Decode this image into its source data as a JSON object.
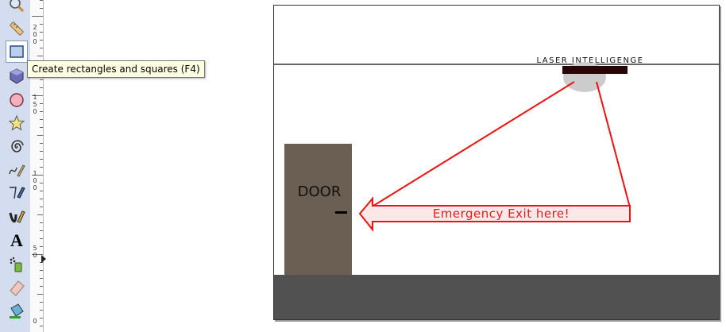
{
  "toolbar": {
    "tools": [
      {
        "name": "zoom-tool",
        "icon": "magnifier-icon"
      },
      {
        "name": "measure-tool",
        "icon": "ruler-icon"
      },
      {
        "name": "rectangle-tool",
        "icon": "rectangle-icon",
        "active": true
      },
      {
        "name": "3d-box-tool",
        "icon": "cube-icon"
      },
      {
        "name": "ellipse-tool",
        "icon": "circle-icon"
      },
      {
        "name": "star-tool",
        "icon": "star-icon"
      },
      {
        "name": "spiral-tool",
        "icon": "spiral-icon"
      },
      {
        "name": "pencil-tool",
        "icon": "pencil-icon"
      },
      {
        "name": "pen-tool",
        "icon": "pen-icon"
      },
      {
        "name": "calligraphy-tool",
        "icon": "calligraphy-icon"
      },
      {
        "name": "text-tool",
        "icon": "text-icon",
        "glyph": "A"
      },
      {
        "name": "spray-tool",
        "icon": "spray-icon"
      },
      {
        "name": "eraser-tool",
        "icon": "eraser-icon"
      },
      {
        "name": "paint-bucket-tool",
        "icon": "bucket-icon"
      }
    ]
  },
  "tooltip": {
    "text": "Create rectangles and squares (F4)"
  },
  "ruler": {
    "labels": [
      "2\n0\n0",
      "1\n5\n0",
      "1\n0\n0",
      "5\n0",
      "0"
    ]
  },
  "drawing": {
    "sign_text": "LASER INTELLIGENGE",
    "door_label": "DOOR",
    "arrow_text": "Emergency Exit here!",
    "colors": {
      "door": "#6b5e52",
      "floor": "#515151",
      "laser": "#ee1111",
      "device_bar": "#2a0505",
      "device_dome": "#cccccc",
      "arrow_text": "#e02020",
      "arrow_fill": "#fde8e8"
    }
  }
}
